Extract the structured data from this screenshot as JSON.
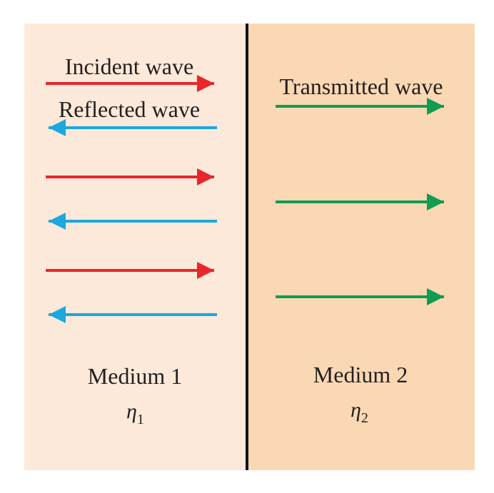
{
  "colors": {
    "medium1": "#fde9d9",
    "medium2": "#fbd8b4",
    "boundary": "#111111",
    "incident": "#e8262c",
    "reflected": "#1ba7e0",
    "transmitted": "#0f9d50",
    "text": "#231f20"
  },
  "labels": {
    "incident": "Incident wave",
    "reflected": "Reflected wave",
    "transmitted": "Transmitted wave"
  },
  "medium1": {
    "name": "Medium 1",
    "symbol": "η",
    "subscript": "1"
  },
  "medium2": {
    "name": "Medium 2",
    "symbol": "η",
    "subscript": "2"
  }
}
